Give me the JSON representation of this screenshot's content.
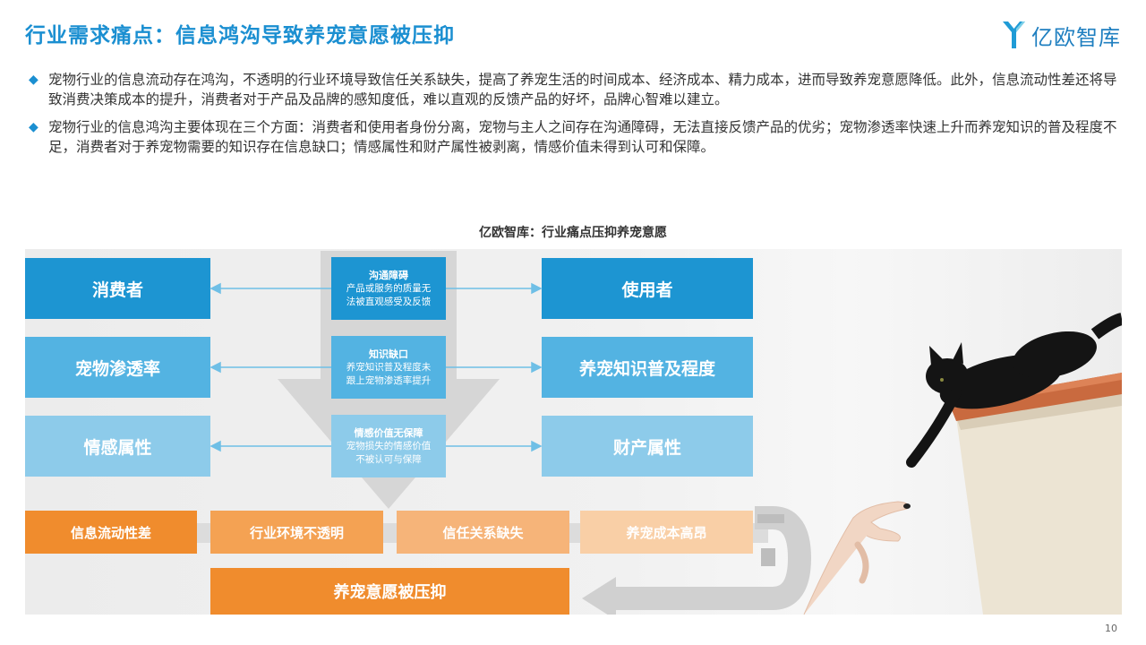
{
  "header": {
    "title": "行业需求痛点：信息鸿沟导致养宠意愿被压抑",
    "logo_text": "亿欧智库"
  },
  "bullets": [
    "宠物行业的信息流动存在鸿沟，不透明的行业环境导致信任关系缺失，提高了养宠生活的时间成本、经济成本、精力成本，进而导致养宠意愿降低。此外，信息流动性差还将导致消费决策成本的提升，消费者对于产品及品牌的感知度低，难以直观的反馈产品的好坏，品牌心智难以建立。",
    "宠物行业的信息鸿沟主要体现在三个方面：消费者和使用者身份分离，宠物与主人之间存在沟通障碍，无法直接反馈产品的优劣；宠物渗透率快速上升而养宠知识的普及程度不足，消费者对于养宠物需要的知识存在信息缺口；情感属性和财产属性被剥离，情感价值未得到认可和保障。"
  ],
  "diagram": {
    "title": "亿欧智库：行业痛点压抑养宠意愿",
    "left_boxes": [
      "消费者",
      "宠物渗透率",
      "情感属性"
    ],
    "right_boxes": [
      "使用者",
      "养宠知识普及程度",
      "财产属性"
    ],
    "middle_boxes": [
      {
        "title": "沟通障碍",
        "line1": "产品或服务的质量无",
        "line2": "法被直观感受及反馈"
      },
      {
        "title": "知识缺口",
        "line1": "养宠知识普及程度未",
        "line2": "跟上宠物渗透率提升"
      },
      {
        "title": "情感价值无保障",
        "line1": "宠物损失的情感价值",
        "line2": "不被认可与保障"
      }
    ],
    "chain": [
      "信息流动性差",
      "行业环境不透明",
      "信任关系缺失",
      "养宠成本高昂"
    ],
    "result": "养宠意愿被压抑",
    "colors": {
      "blue_dark": "#1d95d2",
      "blue_mid": "#53b3e2",
      "blue_light": "#8dcbea",
      "orange_1": "#f08c2d",
      "orange_2": "#f4a253",
      "orange_3": "#f6b479",
      "orange_4": "#f9cfa6",
      "result_orange": "#f08c2d"
    }
  },
  "footer": {
    "page_number": "10"
  }
}
